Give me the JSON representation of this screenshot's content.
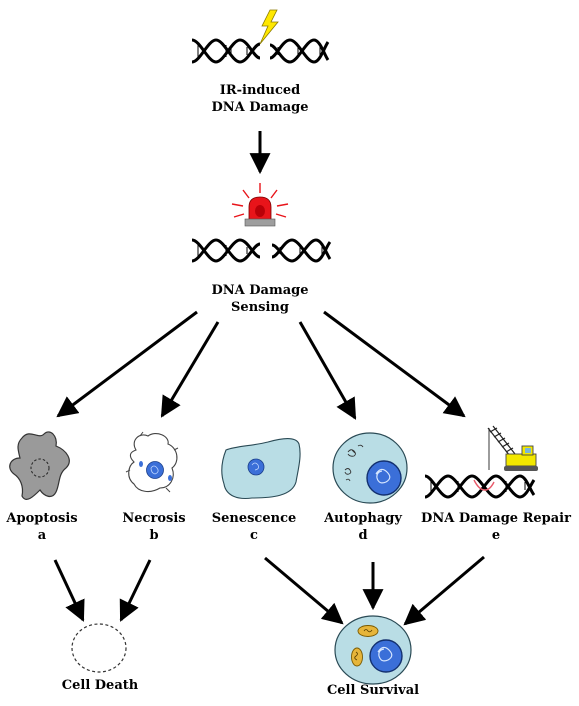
{
  "nodes": {
    "ir_damage": {
      "line1": "IR-induced",
      "line2": "DNA Damage"
    },
    "sensing": {
      "line1": "DNA Damage",
      "line2": "Sensing"
    },
    "apoptosis": {
      "label": "Apoptosis",
      "letter": "a"
    },
    "necrosis": {
      "label": "Necrosis",
      "letter": "b"
    },
    "senescence": {
      "label": "Senescence",
      "letter": "c"
    },
    "autophagy": {
      "label": "Autophagy",
      "letter": "d"
    },
    "repair": {
      "label": "DNA Damage Repair",
      "letter": "e"
    },
    "cell_death": {
      "label": "Cell Death"
    },
    "cell_survival": {
      "label": "Cell Survival"
    }
  },
  "colors": {
    "arrow": "#000000",
    "lightning": "#ffe800",
    "siren_red": "#e8141a",
    "apoptotic_cell": "#9a9a9a",
    "cell_fill": "#b9dde5",
    "nucleus": "#3b6fd8",
    "crane_yellow": "#f3e800",
    "vesicle_yellow": "#e6b53a"
  }
}
